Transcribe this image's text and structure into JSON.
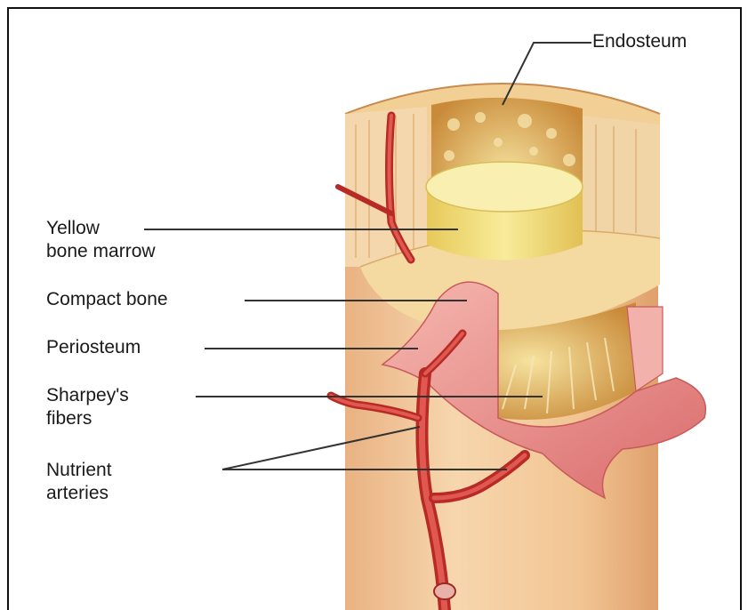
{
  "labels": {
    "endosteum": "Endosteum",
    "yellow_marrow_line1": "Yellow",
    "yellow_marrow_line2": "bone marrow",
    "compact_bone": "Compact bone",
    "periosteum": "Periosteum",
    "sharpeys_line1": "Sharpey's",
    "sharpeys_line2": "fibers",
    "nutrient_line1": "Nutrient",
    "nutrient_line2": "arteries"
  },
  "colors": {
    "bone_shaft": "#f2c99a",
    "bone_shaft_dark": "#d99c68",
    "compact_bone_top": "#f6d9a0",
    "spongy_bone": "#d9a24a",
    "marrow": "#f3e27a",
    "periosteum": "#e88a8a",
    "artery": "#c9302c",
    "leader_line": "#333333"
  }
}
